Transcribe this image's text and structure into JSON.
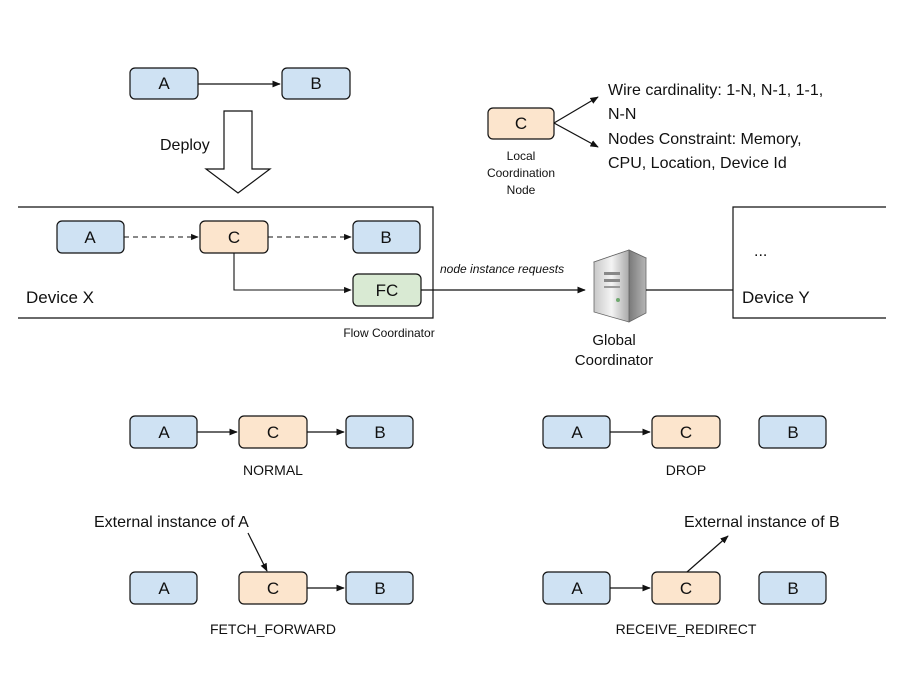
{
  "colors": {
    "blue_fill": "#cfe2f3",
    "orange_fill": "#fce5cd",
    "green_fill": "#d9ead3",
    "stroke": "#111111"
  },
  "top": {
    "a": "A",
    "b": "B",
    "deploy": "Deploy"
  },
  "local_node": {
    "c": "C",
    "caption_1": "Local",
    "caption_2": "Coordination",
    "caption_3": "Node",
    "wire_1": "Wire cardinality: 1-N, N-1, 1-1,",
    "wire_2": "N-N",
    "constraint_1": "Nodes Constraint: Memory,",
    "constraint_2": "CPU, Location, Device Id"
  },
  "device_x": {
    "label": "Device X",
    "a": "A",
    "c": "C",
    "b": "B",
    "fc": "FC",
    "fc_caption": "Flow Coordinator"
  },
  "request_label": "node instance requests",
  "global": {
    "line_1": "Global",
    "line_2": "Coordinator",
    "icon": "server-icon"
  },
  "device_y": {
    "label": "Device Y",
    "dots": "..."
  },
  "modes": {
    "normal": {
      "a": "A",
      "c": "C",
      "b": "B",
      "label": "NORMAL"
    },
    "drop": {
      "a": "A",
      "c": "C",
      "b": "B",
      "label": "DROP"
    },
    "fetch_forward": {
      "a": "A",
      "c": "C",
      "b": "B",
      "label": "FETCH_FORWARD",
      "note": "External instance of A"
    },
    "receive_redirect": {
      "a": "A",
      "c": "C",
      "b": "B",
      "label": "RECEIVE_REDIRECT",
      "note": "External instance of B"
    }
  }
}
